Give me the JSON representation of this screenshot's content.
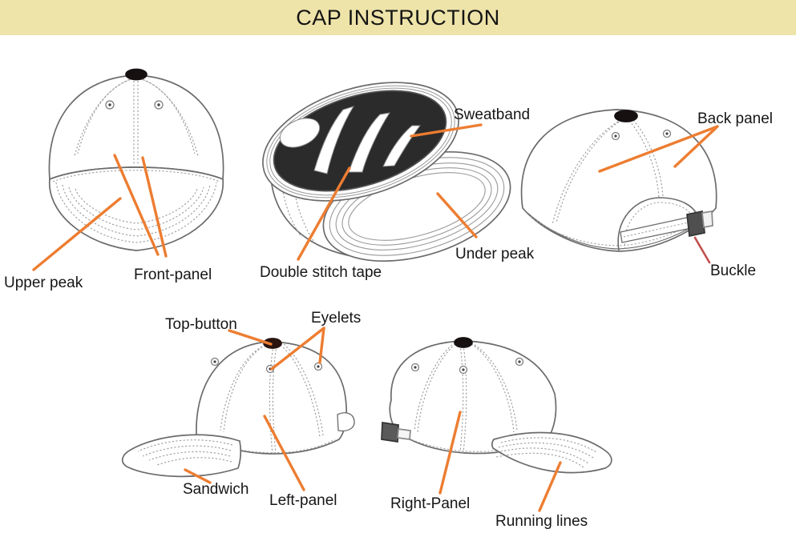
{
  "title": "CAP INSTRUCTION",
  "labels": {
    "upper_peak": "Upper peak",
    "front_panel": "Front-panel",
    "double_stitch_tape": "Double stitch tape",
    "sweatband": "Sweatband",
    "under_peak": "Under peak",
    "back_panel": "Back panel",
    "buckle": "Buckle",
    "top_button": "Top-button",
    "eyelets": "Eyelets",
    "sandwich": "Sandwich",
    "left_panel": "Left-panel",
    "right_panel": "Right-Panel",
    "running_lines": "Running lines"
  },
  "colors": {
    "title_background": "#eee3a9",
    "label_text": "#161616",
    "leader_line_orange": "#ed7d31",
    "leader_line_red": "#c0504d",
    "cap_outline": "#6b6b6b",
    "cap_stitching": "#9a9a9a",
    "cap_interior_dark": "#2b2b2b",
    "button_black": "#161010"
  }
}
